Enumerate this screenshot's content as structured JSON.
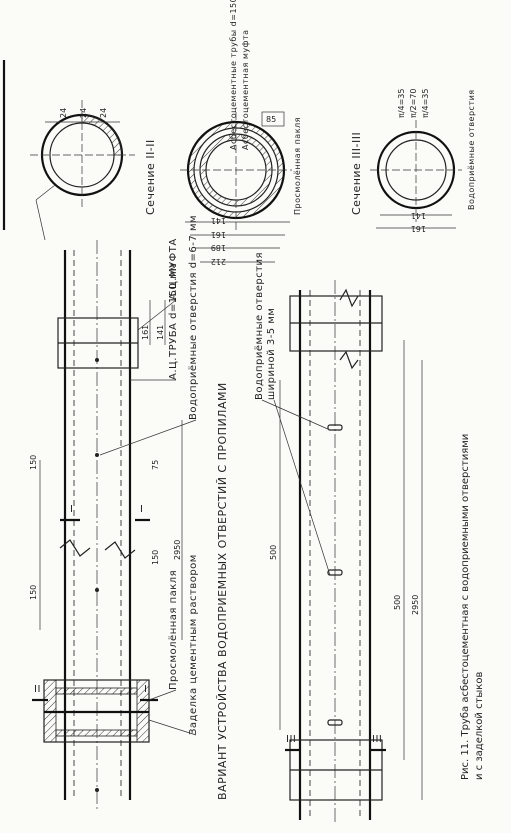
{
  "title": "ВАРИАНТ УСТРОЙСТВА ВОДОПРИЕМНЫХ ОТВЕРСТИЙ С ПРОПИЛАМИ",
  "caption": {
    "line1": "Рис. 11. Труба асбестоцементная с водоприемными отверстиями",
    "line2": "и с заделкой стыков"
  },
  "labels": {
    "holes": "Водоприёмные отверстия d=6-7 мм",
    "pipe": "А.Ц.ТРУБА d=150 мм",
    "coupling": "А.Ц.МУФТА",
    "tar_tow": "Просмолённая пакля",
    "cement_seal": "Заделка цементным раствором",
    "slot_holes_1": "Водоприёмные отверстия",
    "slot_holes_2": "шириной 3-5 мм",
    "sec2": "Сечение II-II",
    "sec3": "Сечение III-III",
    "sec2_pipes": "Асбестоцементные трубы d=150",
    "sec2_coupling": "Асбестоцементная муфта",
    "sec2_tow": "Просмолённая пакля",
    "sec3_holes": "Водоприёмные отверстия",
    "mark_I": "I",
    "mark_II": "II",
    "mark_III": "III"
  },
  "dimensions": {
    "d150a": "150",
    "d150b": "150",
    "d150c": "150",
    "d75": "75",
    "d2950a": "2950",
    "d2950b": "2950",
    "d500a": "500",
    "d500b": "500",
    "d161a": "161",
    "d141a": "141",
    "d141b": "141",
    "d161b": "161",
    "d189": "189",
    "d212": "212",
    "d85": "85",
    "d141c": "141",
    "d161c": "161",
    "q1": "24",
    "q2": "24",
    "q3": "24",
    "r1": "π/4=35",
    "r2": "π/2=70",
    "r3": "π/4=35"
  }
}
